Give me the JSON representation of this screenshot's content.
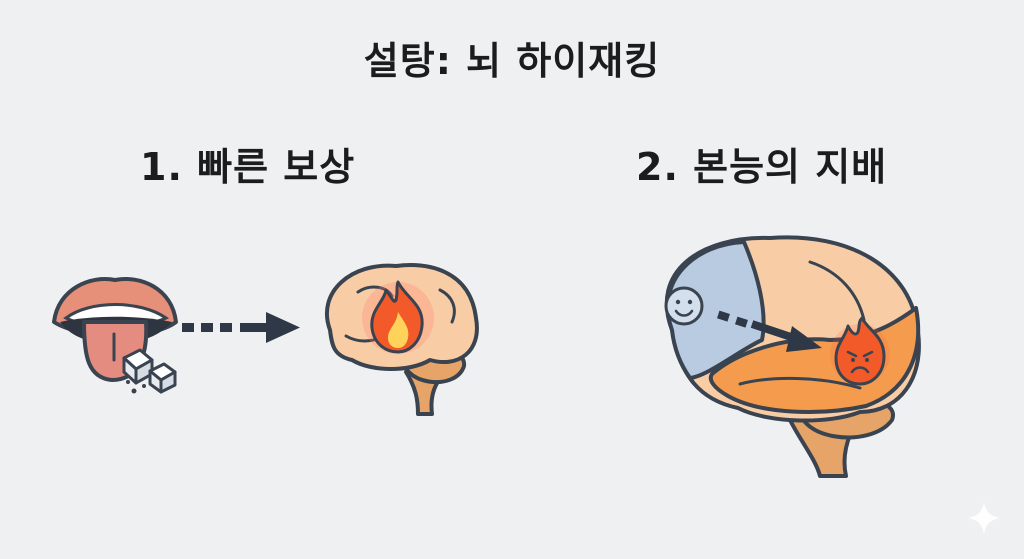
{
  "title": "설탕: 뇌 하이재킹",
  "panels": [
    {
      "label": "1. 빠른 보상"
    },
    {
      "label": "2. 본능의 지배"
    }
  ],
  "colors": {
    "background": "#eff0f2",
    "outline": "#3a4350",
    "brain_skin": "#f8cda6",
    "brain_lower": "#e7a468",
    "brain_orange": "#f59b4e",
    "prefrontal_blue": "#b8cbe0",
    "flame_red": "#f25a2a",
    "flame_yellow": "#ffd25a",
    "lips": "#e6907a",
    "tongue": "#e48c80",
    "arrow": "#2f3846"
  },
  "icons": [
    "mouth-icon",
    "sugar-cube-icon",
    "brain-icon",
    "flame-icon",
    "smiley-face-icon",
    "angry-flame-icon",
    "sparkle-icon"
  ]
}
